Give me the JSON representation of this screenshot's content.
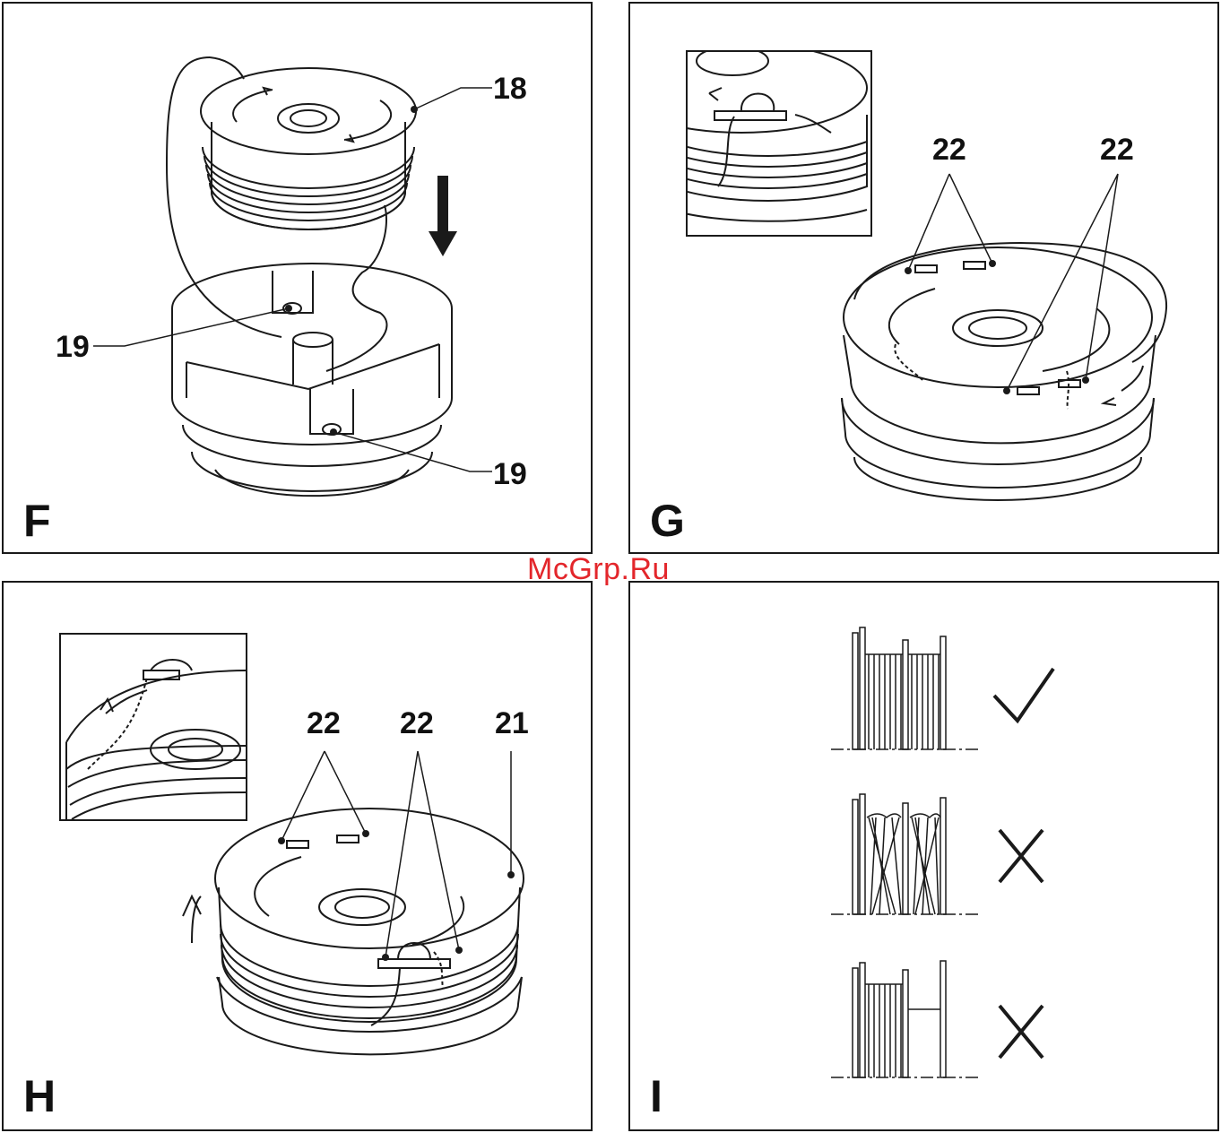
{
  "panels": {
    "f": {
      "letter": "F",
      "labels": [
        "18",
        "19",
        "19"
      ]
    },
    "g": {
      "letter": "G",
      "labels": [
        "22",
        "22"
      ]
    },
    "h": {
      "letter": "H",
      "labels": [
        "22",
        "22",
        "21"
      ]
    },
    "i": {
      "letter": "I",
      "rows": [
        {
          "state": "correct",
          "mark": "check-icon"
        },
        {
          "state": "incorrect-crossed",
          "mark": "cross-icon"
        },
        {
          "state": "incorrect-gap",
          "mark": "cross-icon"
        }
      ]
    }
  },
  "watermark": "McGrp.Ru",
  "colors": {
    "ink": "#1a1a1a",
    "watermark": "#e3262b",
    "background": "#ffffff"
  }
}
